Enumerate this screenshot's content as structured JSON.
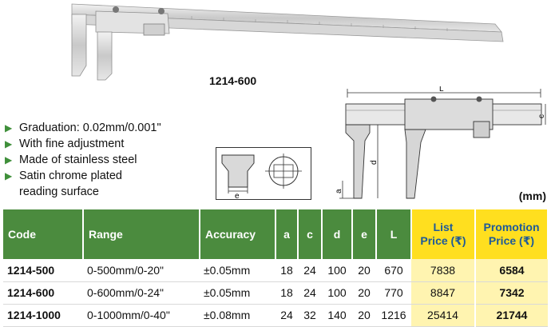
{
  "product": {
    "model_label": "1214-600"
  },
  "features": [
    "Graduation: 0.02mm/0.001\"",
    "With fine adjustment",
    "Made of stainless steel",
    "Satin chrome plated reading surface"
  ],
  "diagram_labels": {
    "L": "L",
    "c": "c",
    "d": "d",
    "a": "a",
    "e": "e"
  },
  "unit": "(mm)",
  "colors": {
    "header_green": "#4b8b3e",
    "header_yellow": "#ffdf1f",
    "price_fill": "#fff4b0",
    "price_header_text": "#1e5a99",
    "bullet_green": "#3f8f3a"
  },
  "table": {
    "headers": {
      "code": "Code",
      "range": "Range",
      "accuracy": "Accuracy",
      "a": "a",
      "c": "c",
      "d": "d",
      "e": "e",
      "L": "L",
      "list_line1": "List",
      "list_line2": "Price (₹)",
      "promo_line1": "Promotion",
      "promo_line2": "Price (₹)"
    },
    "rows": [
      {
        "code": "1214-500",
        "range": "0-500mm/0-20\"",
        "accuracy": "±0.05mm",
        "a": "18",
        "c": "24",
        "d": "100",
        "e": "20",
        "L": "670",
        "list": "7838",
        "promo": "6584"
      },
      {
        "code": "1214-600",
        "range": "0-600mm/0-24\"",
        "accuracy": "±0.05mm",
        "a": "18",
        "c": "24",
        "d": "100",
        "e": "20",
        "L": "770",
        "list": "8847",
        "promo": "7342"
      },
      {
        "code": "1214-1000",
        "range": "0-1000mm/0-40\"",
        "accuracy": "±0.08mm",
        "a": "24",
        "c": "32",
        "d": "140",
        "e": "20",
        "L": "1216",
        "list": "25414",
        "promo": "21744"
      }
    ]
  }
}
